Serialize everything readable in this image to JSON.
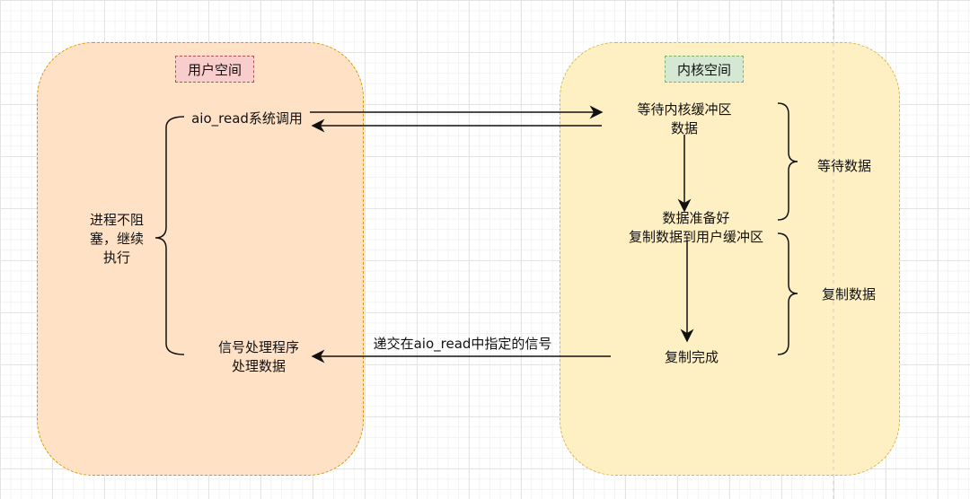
{
  "colors": {
    "user_fill": "#ffe2c6",
    "user_border": "#d79b00",
    "kernel_fill": "#fff0c4",
    "kernel_border": "#d6b656",
    "user_label_fill": "#f8cecc",
    "user_label_border": "#b85450",
    "kernel_label_fill": "#d5e8d4",
    "kernel_label_border": "#82b366"
  },
  "user_space": {
    "title": "用户空间",
    "syscall": "aio_read系统调用",
    "nonblocking": [
      "进程不阻",
      "塞，继续",
      "执行"
    ],
    "handler": [
      "信号处理程序",
      "处理数据"
    ]
  },
  "kernel_space": {
    "title": "内核空间",
    "wait": [
      "等待内核缓冲区",
      "数据"
    ],
    "ready": [
      "数据准备好",
      "复制数据到用户缓冲区"
    ],
    "done": "复制完成",
    "phase_wait": "等待数据",
    "phase_copy": "复制数据"
  },
  "signal_label": "递交在aio_read中指定的信号"
}
